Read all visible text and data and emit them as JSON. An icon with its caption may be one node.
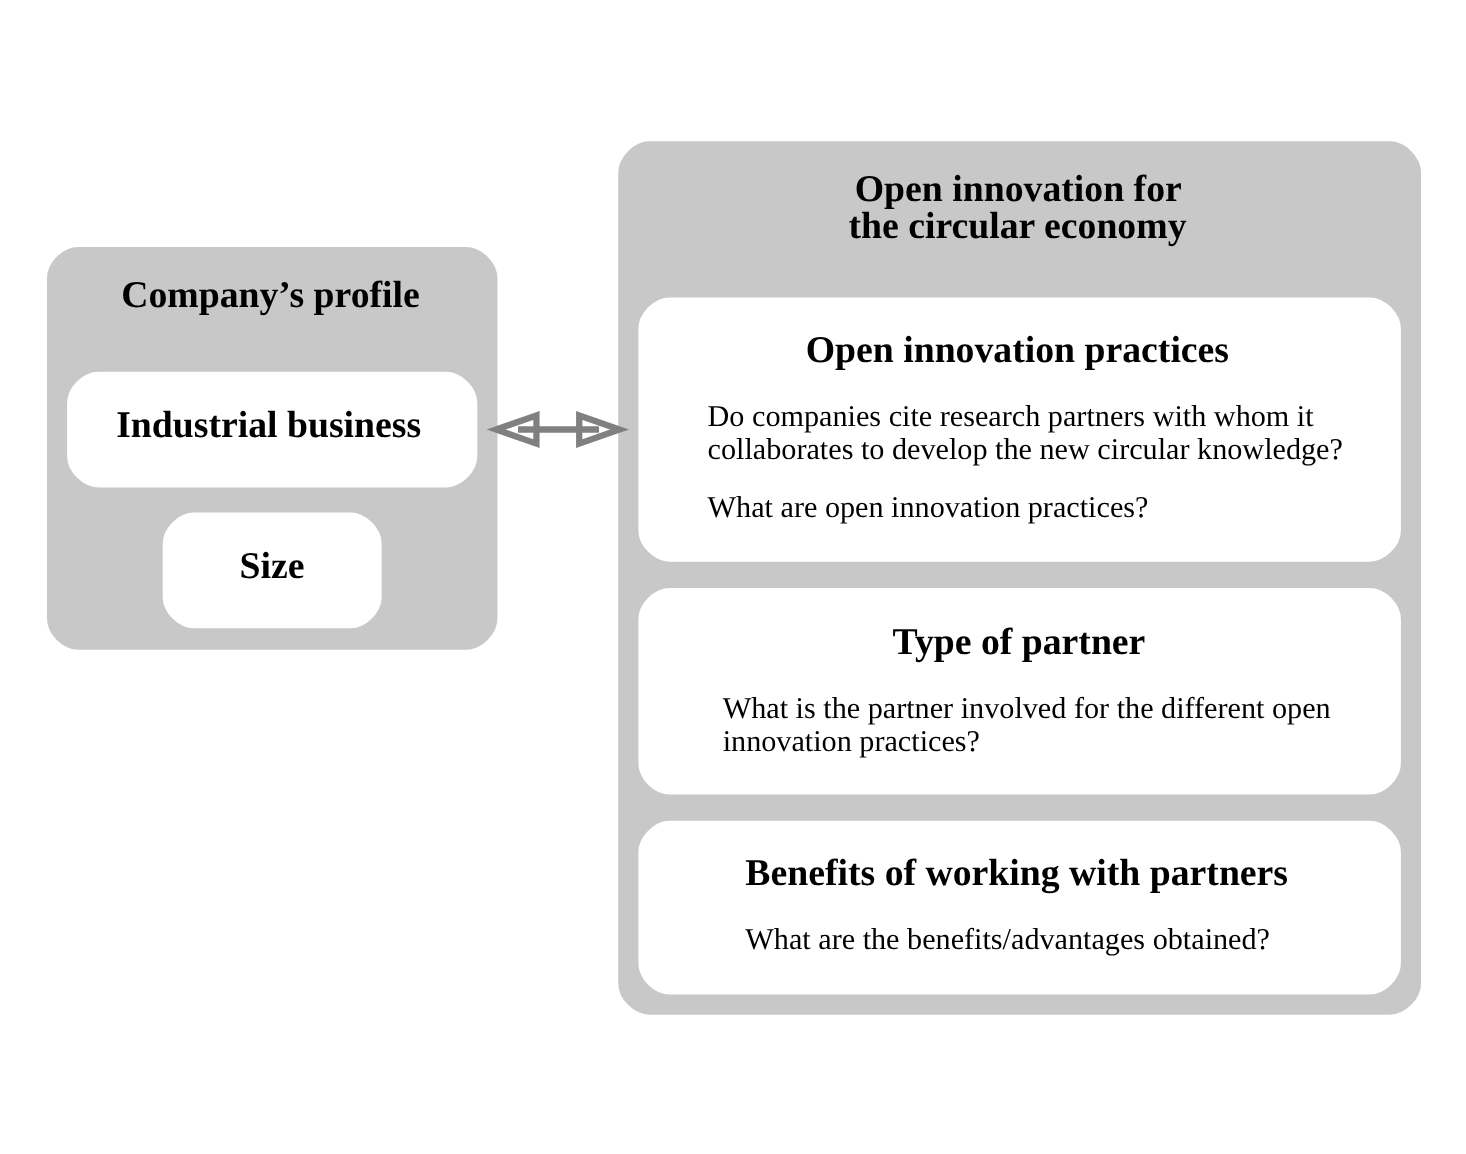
{
  "diagram": {
    "nodes": [
      {
        "text": [
          "Company’s profile"
        ]
      },
      {
        "text": [
          "Industrial business"
        ],
        "in": 0
      },
      {
        "text": [
          "Size"
        ],
        "in": 0
      },
      {
        "text": [
          "Open innovation for the circular economy"
        ]
      },
      {
        "text": [
          "Open innovation practices",
          "Do companies cite research partners with whom it collaborates to develop the new circular knowledge?",
          "What are open innovation practices?"
        ],
        "in": 3
      },
      {
        "text": [
          "Type of partner",
          "What is the partner involved for the different open innovation practices?"
        ],
        "in": 3
      },
      {
        "text": [
          "Benefits of working with partners",
          "What are the benefits/advantages obtained?"
        ],
        "in": 3
      }
    ],
    "edges": [
      {
        "from": 0,
        "to": 3,
        "arrow": "both"
      }
    ]
  }
}
